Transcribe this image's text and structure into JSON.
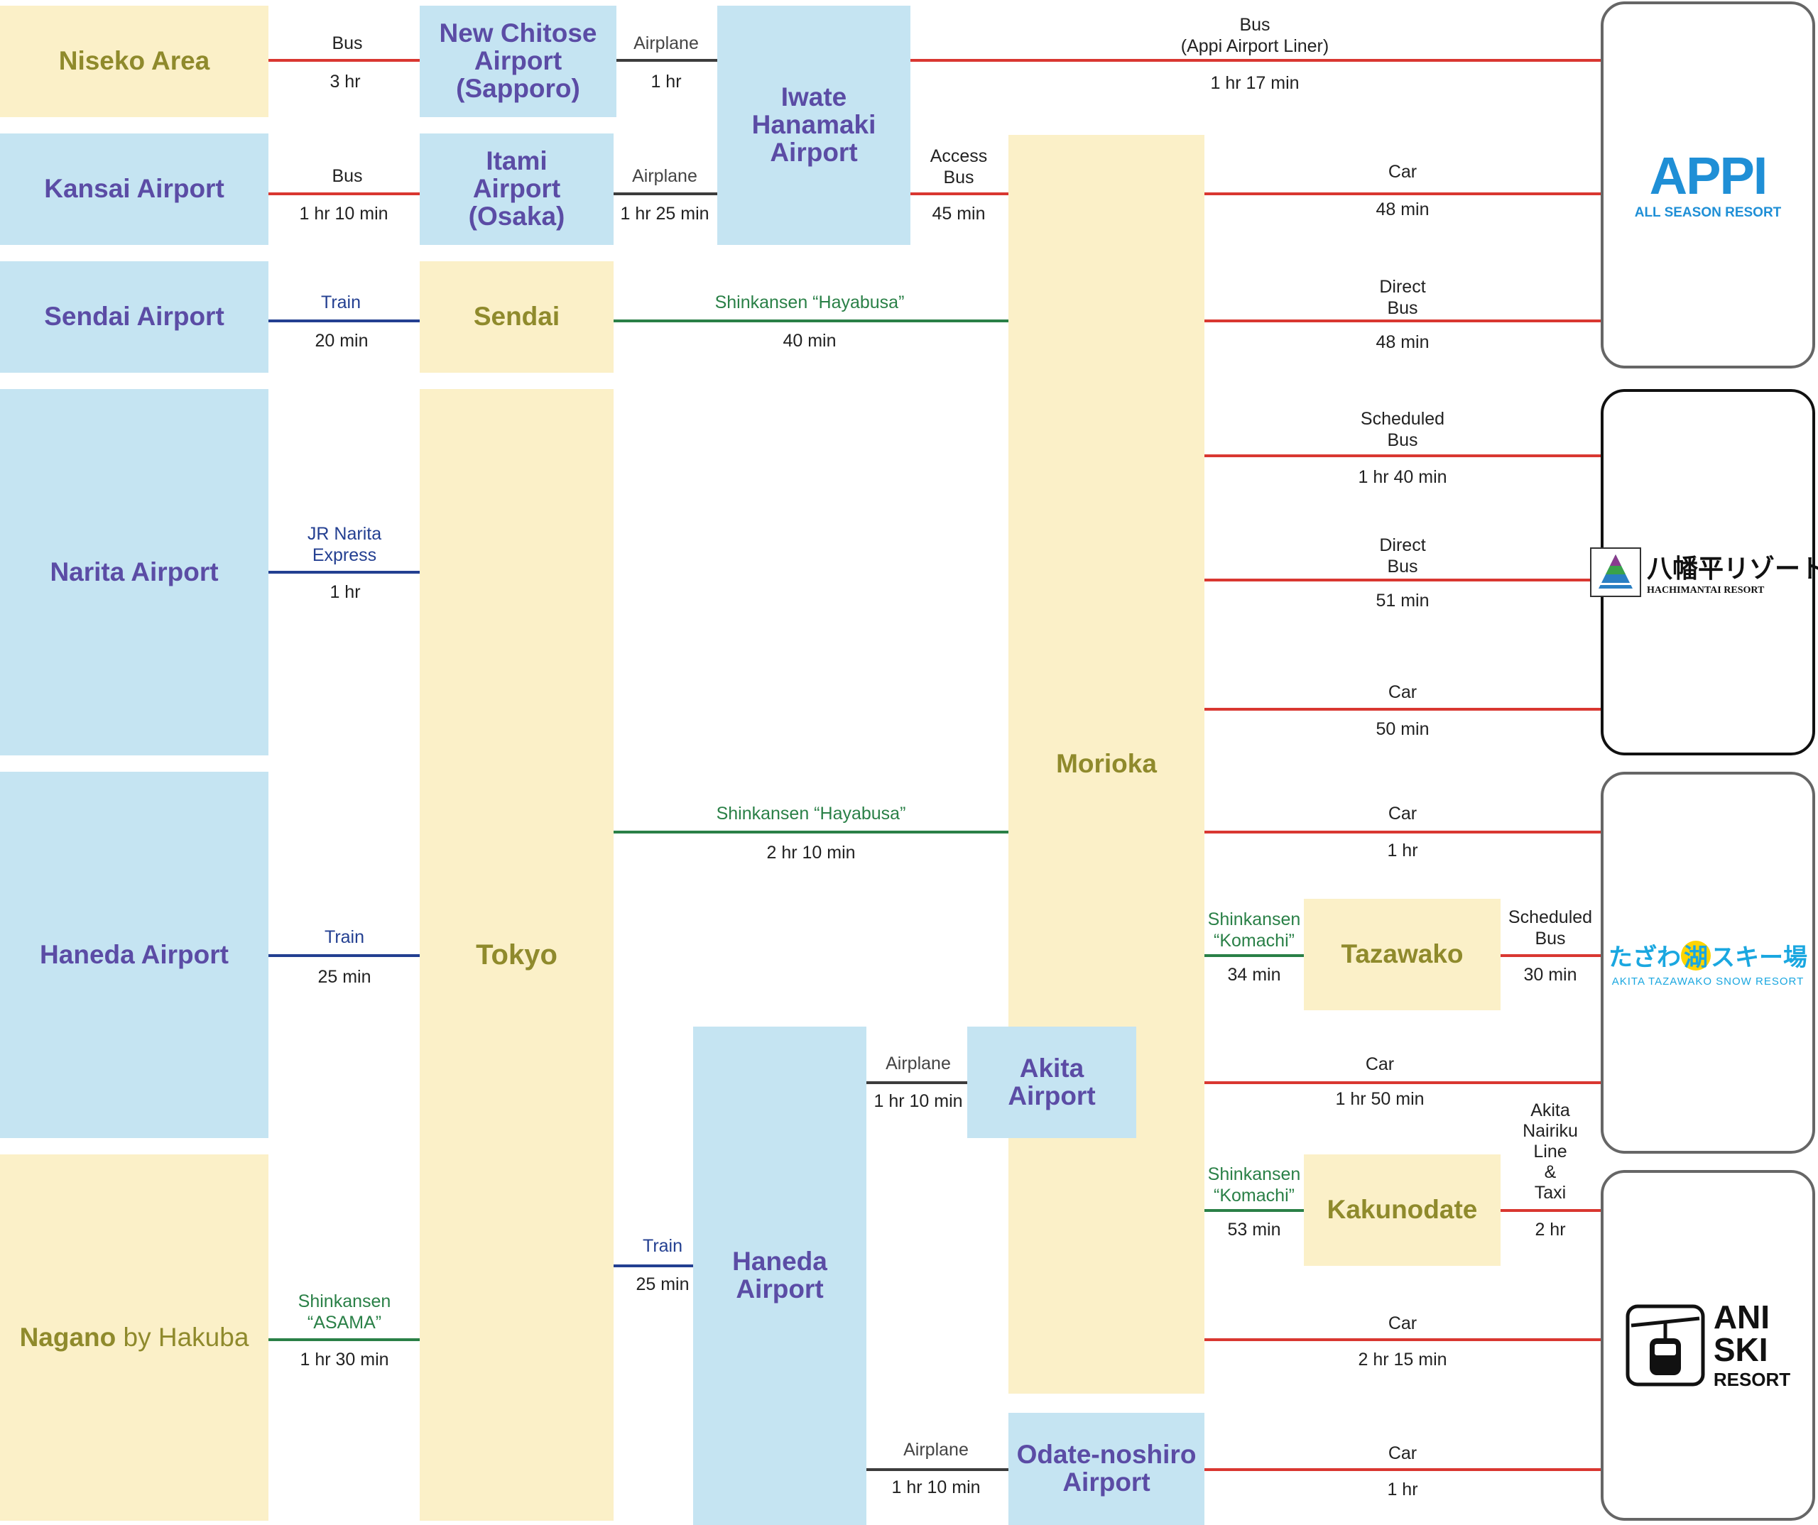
{
  "nodes": {
    "niseko": {
      "name": "Niseko Area"
    },
    "kansai": {
      "name": "Kansai Airport"
    },
    "sendai_airport": {
      "name": "Sendai Airport"
    },
    "narita": {
      "name": "Narita Airport"
    },
    "haneda_left": {
      "name": "Haneda Airport"
    },
    "nagano": {
      "name": "Nagano",
      "suffix": "by Hakuba"
    },
    "new_chitose": {
      "name": "New Chitose\nAirport\n(Sapporo)"
    },
    "itami": {
      "name": "Itami\nAirport\n(Osaka)"
    },
    "sendai": {
      "name": "Sendai"
    },
    "tokyo": {
      "name": "Tokyo"
    },
    "iwate": {
      "name": "Iwate\nHanamaki\nAirport"
    },
    "morioka": {
      "name": "Morioka"
    },
    "haneda_mid": {
      "name": "Haneda\nAirport"
    },
    "akita": {
      "name": "Akita\nAirport"
    },
    "odate": {
      "name": "Odate-noshiro\nAirport"
    },
    "tazawako": {
      "name": "Tazawako"
    },
    "kakunodate": {
      "name": "Kakunodate"
    }
  },
  "routes": {
    "niseko_chitose": {
      "mode": "Bus",
      "time": "3 hr"
    },
    "chitose_iwate": {
      "mode": "Airplane",
      "time": "1 hr"
    },
    "iwate_appi": {
      "mode": "Bus\n(Appi Airport Liner)",
      "time": "1 hr 17 min"
    },
    "kansai_itami": {
      "mode": "Bus",
      "time": "1 hr 10  min"
    },
    "itami_iwate": {
      "mode": "Airplane",
      "time": "1 hr 25 min"
    },
    "iwate_morioka": {
      "mode": "Access\nBus",
      "time": "45 min"
    },
    "morioka_appi_car": {
      "mode": "Car",
      "time": "48 min"
    },
    "sendaiap_sendai": {
      "mode": "Train",
      "time": "20  min"
    },
    "sendai_morioka": {
      "mode": "Shinkansen “Hayabusa”",
      "time": "40 min"
    },
    "morioka_appi_bus": {
      "mode": "Direct\nBus",
      "time": "48 min"
    },
    "morioka_hachi_sched": {
      "mode": "Scheduled\nBus",
      "time": "1 hr 40 min"
    },
    "narita_tokyo": {
      "mode": "JR Narita\nExpress",
      "time": "1 hr"
    },
    "morioka_hachi_direct": {
      "mode": "Direct\nBus",
      "time": "51 min"
    },
    "morioka_hachi_car": {
      "mode": "Car",
      "time": "50 min"
    },
    "tokyo_morioka": {
      "mode": "Shinkansen “Hayabusa”",
      "time": "2 hr 10 min"
    },
    "morioka_tazawa_car": {
      "mode": "Car",
      "time": "1 hr"
    },
    "haneda_tokyo": {
      "mode": "Train",
      "time": "25 min"
    },
    "morioka_tazawako": {
      "mode": "Shinkansen\n“Komachi”",
      "time": "34 min"
    },
    "tazawako_resort": {
      "mode": "Scheduled\nBus",
      "time": "30 min"
    },
    "haneda_akita": {
      "mode": "Airplane",
      "time": "1 hr 10 min"
    },
    "akita_tazawa": {
      "mode": "Car",
      "time": "1 hr 50 min"
    },
    "morioka_kakunodate": {
      "mode": "Shinkansen\n“Komachi”",
      "time": "53 min"
    },
    "kakunodate_ani": {
      "mode": "Akita\nNairiku\nLine\n&\nTaxi",
      "time": "2 hr"
    },
    "tokyo_haneda": {
      "mode": "Train",
      "time": "25 min"
    },
    "nagano_tokyo": {
      "mode": "Shinkansen\n“ASAMA”",
      "time": "1 hr 30  min"
    },
    "morioka_ani_car": {
      "mode": "Car",
      "time": "2 hr 15 min"
    },
    "haneda_odate": {
      "mode": "Airplane",
      "time": "1 hr 10 min"
    },
    "odate_ani": {
      "mode": "Car",
      "time": "1 hr"
    }
  },
  "resorts": {
    "appi": {
      "logo": "APPI",
      "sub": "ALL SEASON RESORT",
      "color": "#1f8fd6"
    },
    "hachimantai": {
      "logo": "八幡平リゾート",
      "sub": "HACHIMANTAI RESORT",
      "color": "#111111"
    },
    "tazawako": {
      "logo_a": "たざわ",
      "logo_b": "湖",
      "logo_c": "スキー場",
      "sub": "AKITA TAZAWAKO SNOW RESORT",
      "color": "#1aa7e0"
    },
    "ani": {
      "logo": "ANI\nSKI",
      "sub": "RESORT",
      "icon": "gondola-icon",
      "color": "#111111"
    }
  },
  "colors": {
    "blue_box": "#c5e4f2",
    "yellow_box": "#fbf0c8",
    "blue_text": "#5b4ca5",
    "olive_text": "#8f8a2c",
    "bus_car": "#d93731",
    "train": "#233f91",
    "shinkansen": "#2a8047",
    "airplane": "#3c3c3c"
  }
}
